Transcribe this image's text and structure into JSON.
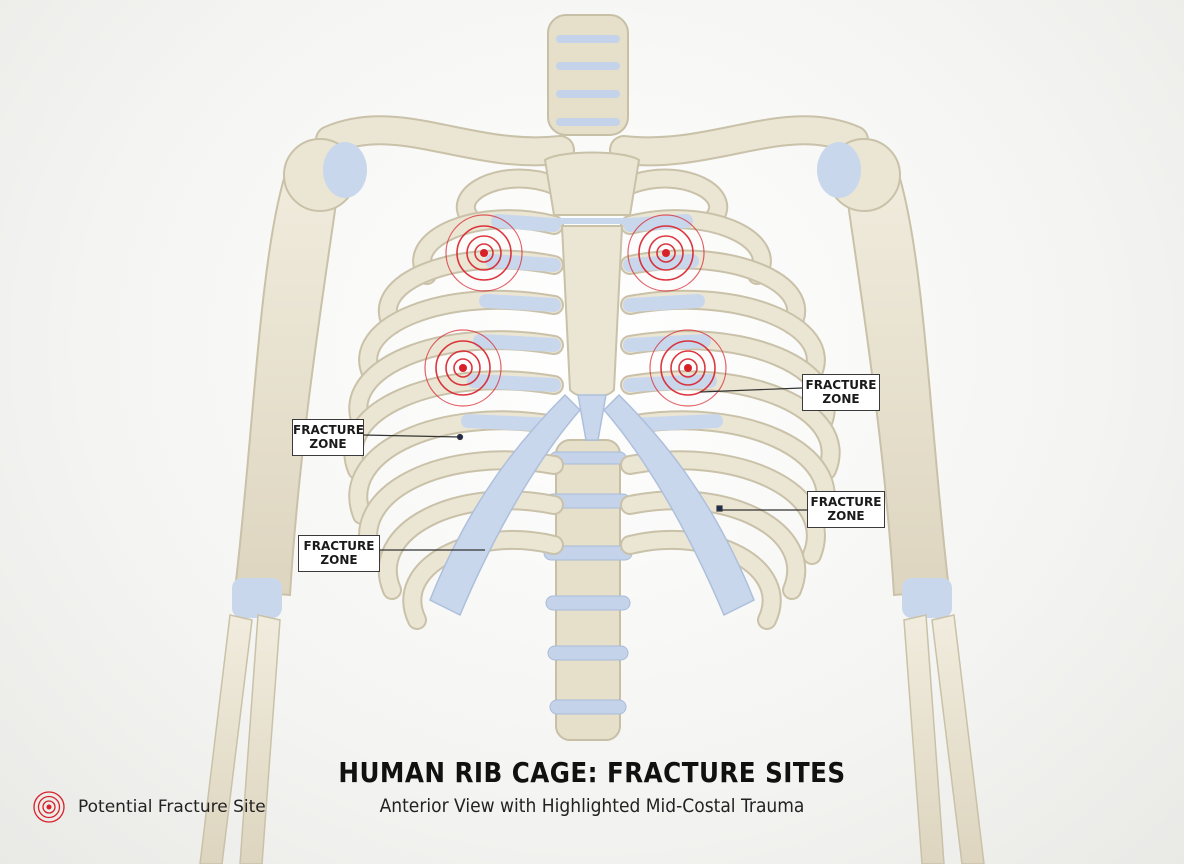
{
  "title": "HUMAN RIB CAGE: FRACTURE SITES",
  "subtitle": "Anterior View with Highlighted Mid-Costal Trauma",
  "legend": {
    "label": "Potential Fracture Site",
    "icon": "target-rings-icon"
  },
  "callouts": [
    {
      "line1": "FRACTURE",
      "line2": "ZONE"
    },
    {
      "line1": "FRACTURE",
      "line2": "ZONE"
    },
    {
      "line1": "FRACTURE",
      "line2": "ZONE"
    },
    {
      "line1": "FRACTURE",
      "line2": "ZONE"
    }
  ],
  "colors": {
    "bone": "#ebe5d3",
    "bone_edge": "#c9c1a8",
    "cartilage": "#c9d7ec",
    "marker_red": "#d8202a",
    "background": "#f4f4f2"
  }
}
